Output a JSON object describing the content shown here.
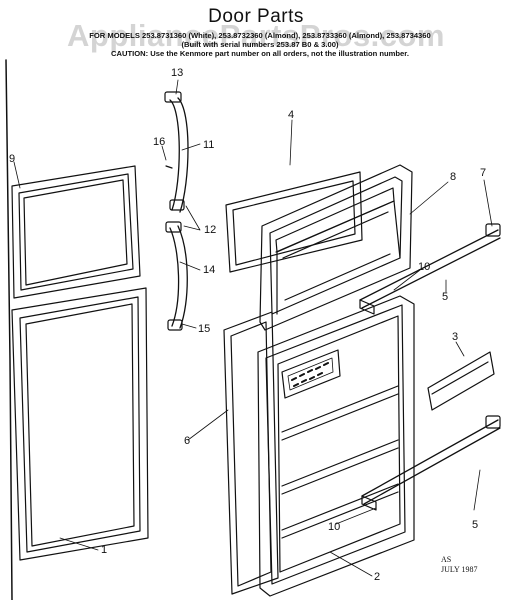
{
  "header": {
    "title": "Door Parts",
    "watermark": "AppliancePartsPros.com",
    "model_line": "FOR MODELS 253.8731360 (White), 253.8732360 (Almond), 253.8733360 (Almond), 253.8734360",
    "serial_line": "(Built with serial numbers 253.87 B0 & 3.00)",
    "caution_line": "CAUTION: Use the Kenmore part number on all orders, not the illustration number."
  },
  "callouts": [
    "13",
    "16",
    "11",
    "9",
    "12",
    "14",
    "15",
    "4",
    "8",
    "7",
    "10",
    "5",
    "3",
    "6",
    "10",
    "5",
    "1",
    "2"
  ],
  "stamp": {
    "code": "AS",
    "date": "JULY 1987"
  }
}
